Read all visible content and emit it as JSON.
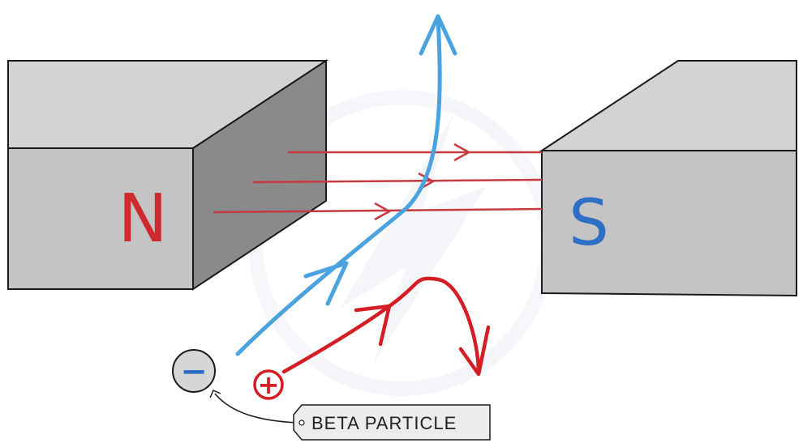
{
  "magnets": {
    "north": {
      "letter": "N",
      "color": "#cc2a2f"
    },
    "south": {
      "letter": "S",
      "color": "#2d6fc4"
    }
  },
  "particles": {
    "beta": {
      "sign": "−",
      "sign_color": "#2d6fc4",
      "path_color": "#4aa3df"
    },
    "alpha": {
      "sign": "+",
      "sign_color": "#d51d26",
      "path_color": "#d51d26"
    }
  },
  "field_lines": {
    "count": 3,
    "color": "#c63a40"
  },
  "label": {
    "text": "BETA PARTICLE"
  },
  "colors": {
    "face_front": "#c4c4c4",
    "face_top": "#d3d3d3",
    "face_side": "#8a8a8a",
    "outline": "#1a1a1a",
    "watermark": "#eef0f5"
  }
}
